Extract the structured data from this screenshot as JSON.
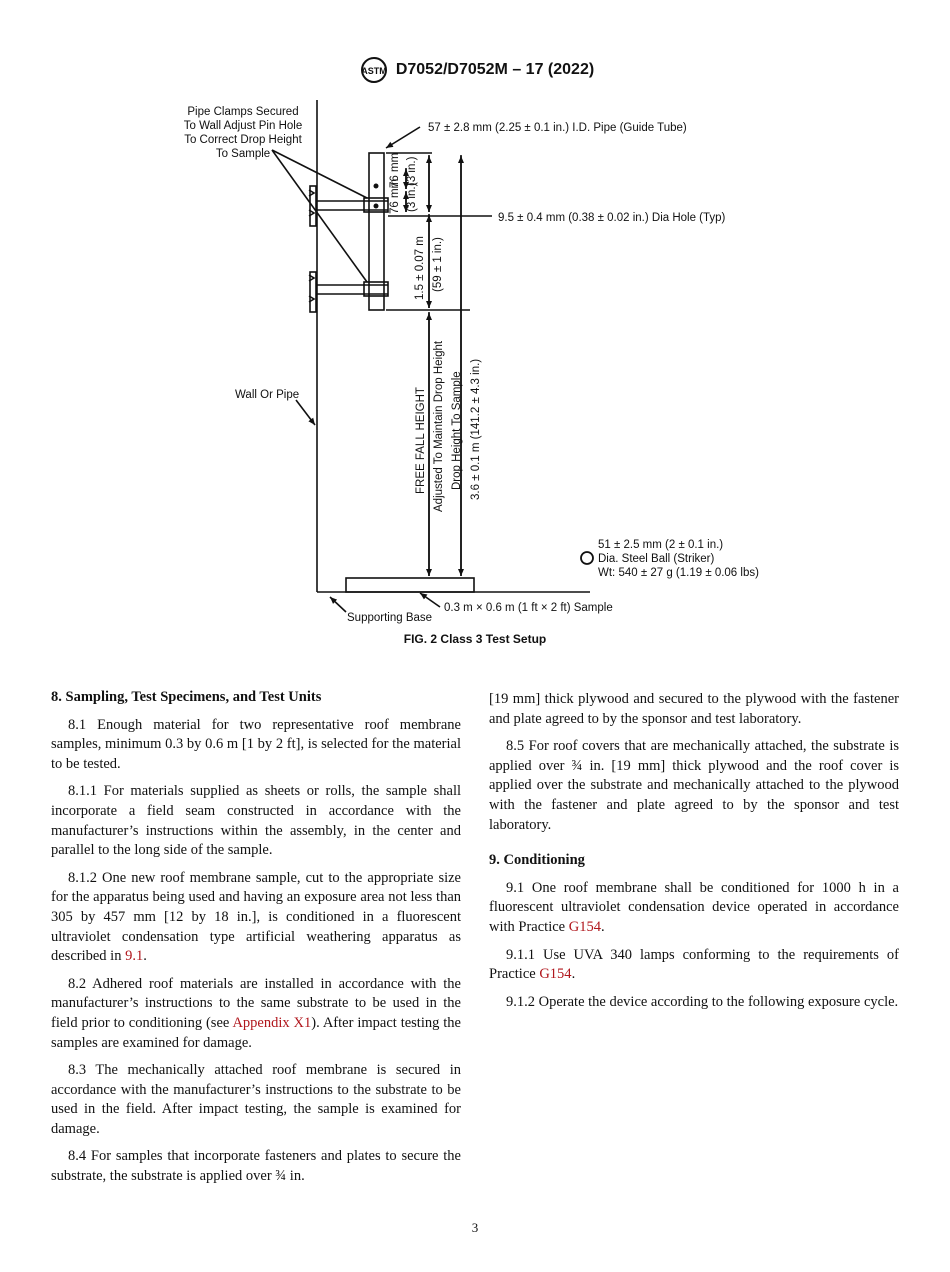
{
  "header": {
    "designation": "D7052/D7052M – 17 (2022)",
    "logo_icon": "astm-logo-icon"
  },
  "figure": {
    "labels": {
      "pipe_clamps_1": "Pipe Clamps Secured",
      "pipe_clamps_2": "To Wall Adjust Pin Hole",
      "pipe_clamps_3": "To Correct Drop Height",
      "pipe_clamps_4": "To Sample",
      "guide_tube": "57 ± 2.8 mm (2.25 ± 0.1 in.) I.D. Pipe (Guide Tube)",
      "dia_hole": "9.5 ± 0.4 mm (0.38 ± 0.02 in.) Dia Hole (Typ)",
      "dim_76_mm_a": "76 mm",
      "dim_3_in_a": "(3 in.)",
      "dim_76_mm_b": "76 mm",
      "dim_3_in_b": "(3 in.)",
      "dim_1_5_m": "1.5 ± 0.07 m",
      "dim_59_in": "(59 ± 1 in.)",
      "wall_or_pipe": "Wall Or Pipe",
      "free_fall": "FREE FALL HEIGHT",
      "adjusted": "Adjusted To Maintain Drop Height",
      "drop_height": "Drop Height To Sample",
      "dim_3_6_m": "3.6 ± 0.1 m (141.2 ± 4.3 in.)",
      "ball_1": "51 ± 2.5 mm (2 ± 0.1 in.)",
      "ball_2": "Dia. Steel Ball (Striker)",
      "ball_3": "Wt: 540 ± 27 g (1.19 ± 0.06 lbs)",
      "sample": "0.3 m × 0.6 m (1 ft × 2 ft) Sample",
      "supporting_base": "Supporting Base"
    },
    "caption": "FIG. 2 Class 3 Test Setup"
  },
  "section8": {
    "heading": "8. Sampling, Test Specimens, and Test Units",
    "p8_1": "8.1 Enough material for two representative roof membrane samples, minimum 0.3 by 0.6 m [1 by 2 ft], is selected for the material to be tested.",
    "p8_1_1": "8.1.1 For materials supplied as sheets or rolls, the sample shall incorporate a field seam constructed in accordance with the manufacturer’s instructions within the assembly, in the center and parallel to the long side of the sample.",
    "p8_1_2_text": "8.1.2 One new roof membrane sample, cut to the appropriate size for the apparatus being used and having an exposure area not less than 305 by 457 mm [12 by 18 in.], is conditioned in a fluorescent ultraviolet condensation type artificial weathering apparatus as described in ",
    "p8_1_2_ref": "9.1",
    "p8_1_2_end": ".",
    "p8_2_text": "8.2 Adhered roof materials are installed in accordance with the manufacturer’s instructions to the same substrate to be used in the field prior to conditioning (see ",
    "p8_2_ref": "Appendix X1",
    "p8_2_end": "). After impact testing the samples are examined for damage.",
    "p8_3": "8.3 The mechanically attached roof membrane is secured in accordance with the manufacturer’s instructions to the substrate to be used in the field. After impact testing, the sample is examined for damage.",
    "p8_4": "8.4 For samples that incorporate fasteners and plates to secure the substrate, the substrate is applied over ¾ in.",
    "p8_4_cont": "[19 mm] thick plywood and secured to the plywood with the fastener and plate agreed to by the sponsor and test laboratory.",
    "p8_5": "8.5 For roof covers that are mechanically attached, the substrate is applied over ¾ in. [19 mm] thick plywood and the roof cover is applied over the substrate and mechanically attached to the plywood with the fastener and plate agreed to by the sponsor and test laboratory."
  },
  "section9": {
    "heading": "9. Conditioning",
    "p9_1_text": "9.1 One roof membrane shall be conditioned for 1000 h in a fluorescent ultraviolet condensation device operated in accordance with Practice ",
    "p9_1_ref": "G154",
    "p9_1_end": ".",
    "p9_1_1_text": "9.1.1 Use UVA 340 lamps conforming to the requirements of Practice ",
    "p9_1_1_ref": "G154",
    "p9_1_1_end": ".",
    "p9_1_2": "9.1.2 Operate the device according to the following exposure cycle."
  },
  "footer": {
    "page_number": "3"
  }
}
